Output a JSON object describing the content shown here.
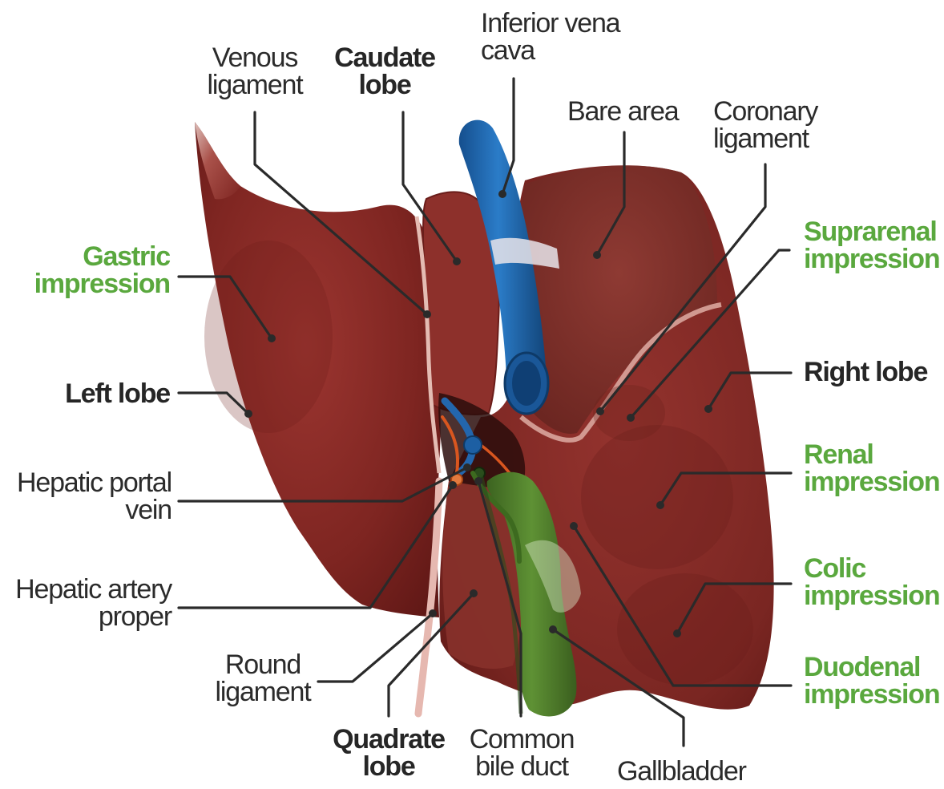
{
  "labels": {
    "inferior_vena_cava": [
      "Inferior vena",
      "cava"
    ],
    "venous_ligament": [
      "Venous",
      "ligament"
    ],
    "caudate_lobe": [
      "Caudate",
      "lobe"
    ],
    "bare_area": [
      "Bare area"
    ],
    "coronary_ligament": [
      "Coronary",
      "ligament"
    ],
    "gastric_impression": [
      "Gastric",
      "impression"
    ],
    "suprarenal_impression": [
      "Suprarenal",
      "impression"
    ],
    "left_lobe": [
      "Left lobe"
    ],
    "right_lobe": [
      "Right lobe"
    ],
    "hepatic_portal_vein": [
      "Hepatic portal",
      "vein"
    ],
    "renal_impression": [
      "Renal",
      "impression"
    ],
    "hepatic_artery_proper": [
      "Hepatic artery",
      "proper"
    ],
    "colic_impression": [
      "Colic",
      "impression"
    ],
    "round_ligament": [
      "Round",
      "ligament"
    ],
    "duodenal_impression": [
      "Duodenal",
      "impression"
    ],
    "quadrate_lobe": [
      "Quadrate",
      "lobe"
    ],
    "common_bile_duct": [
      "Common",
      "bile duct"
    ],
    "gallbladder": [
      "Gallbladder"
    ]
  },
  "colors": {
    "liver": "#8a2a26",
    "liver_dark": "#6e1c1a",
    "liver_light": "#a8453e",
    "vein_blue": "#1f67b0",
    "gallbladder_green": "#4f7d2c",
    "ligament_pink": "#e6b8b0",
    "artery_orange": "#d9561f",
    "label_green": "#5aa83e",
    "label_dark": "#2b2b2b"
  }
}
